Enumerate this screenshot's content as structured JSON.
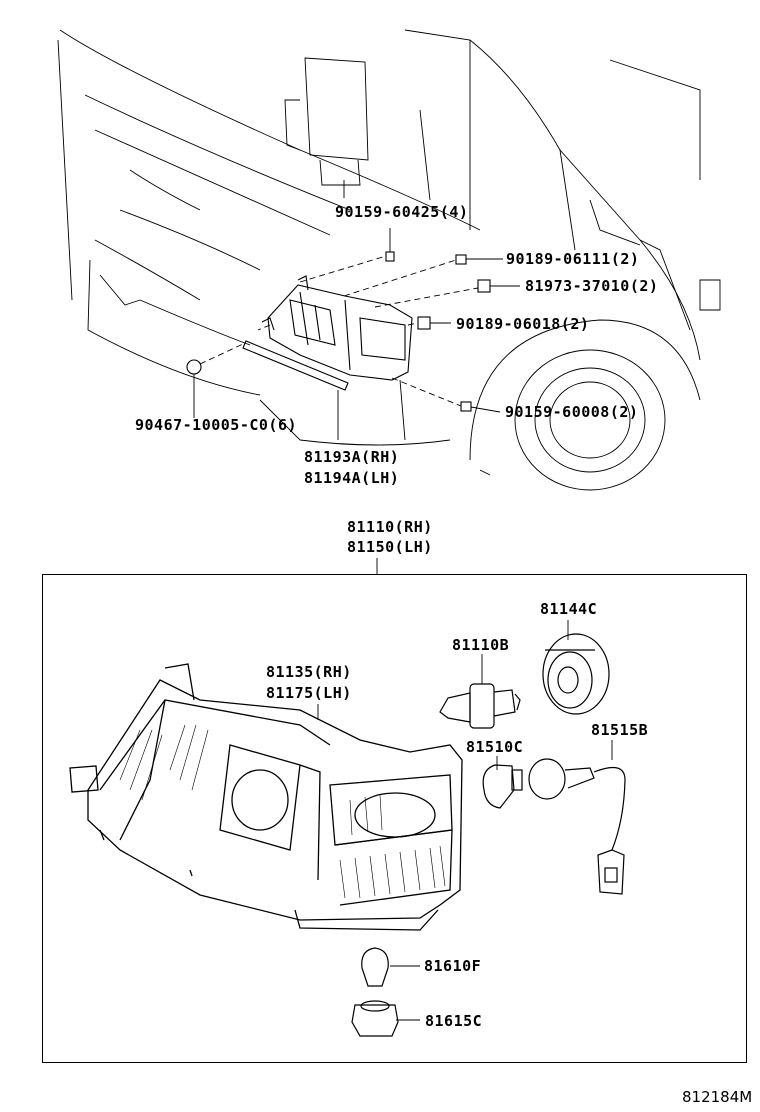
{
  "parts": {
    "p90159_60425": "90159-60425(4)",
    "p90189_06111": "90189-06111(2)",
    "p81973_37010": "81973-37010(2)",
    "p90189_06018": "90189-06018(2)",
    "p90467_10005": "90467-10005-C0(6)",
    "p90159_60008": "90159-60008(2)",
    "p81193A": "81193A(RH)",
    "p81194A": "81194A(LH)",
    "p81110": "81110(RH)",
    "p81150": "81150(LH)",
    "p81144C": "81144C",
    "p81110B": "81110B",
    "p81135": "81135(RH)",
    "p81175": "81175(LH)",
    "p81510C": "81510C",
    "p81515B": "81515B",
    "p81610F": "81610F",
    "p81615C": "81615C"
  },
  "reference": "812184M"
}
